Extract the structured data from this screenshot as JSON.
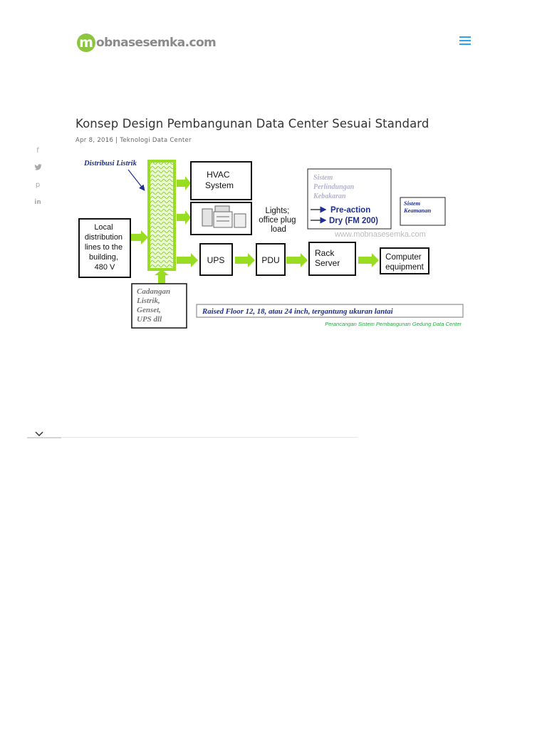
{
  "header": {
    "logo_letter": "m",
    "logo_text": "obnasesemka.com",
    "menu_icon": "hamburger-icon"
  },
  "post": {
    "title": "Konsep Design Pembangunan Data Center Sesuai Standard",
    "date": "Apr 8, 2016",
    "separator": "|",
    "category": "Teknologi Data Center"
  },
  "share": [
    {
      "icon": "facebook-icon",
      "glyph": "f"
    },
    {
      "icon": "twitter-icon",
      "glyph": "t"
    },
    {
      "icon": "pinterest-icon",
      "glyph": "p"
    },
    {
      "icon": "linkedin-icon",
      "glyph": "in"
    }
  ],
  "figure": {
    "distribusi": "Distribusi Listrik",
    "hvac": [
      "HVAC",
      "System"
    ],
    "lights": [
      "Lights;",
      "office plug",
      "load"
    ],
    "local": [
      "Local",
      "distribution",
      "lines to the",
      "building,",
      "480 V"
    ],
    "ups": "UPS",
    "pdu": "PDU",
    "rack": [
      "Rack",
      "Server"
    ],
    "computer": [
      "Computer",
      "equipment"
    ],
    "cadangan": [
      "Cadangan",
      "Listrik,",
      "Genset,",
      "UPS dll"
    ],
    "kebakaran": [
      "Sistem",
      "Perlindungan",
      "Kebakaran"
    ],
    "preaction": "Pre-action",
    "dry": "Dry (FM 200)",
    "keamanan": [
      "Sistem",
      "Keamanan"
    ],
    "watermark": "www.mobnasesemka.com",
    "raised_floor": "Raised Floor 12, 18, atau 24 inch, tergantung ukuran lantai",
    "caption": "Perancangan Sistem Pembangunan Gedung Data Center"
  },
  "colors": {
    "accent": "#2ea3f2",
    "logo_green": "#8cc63f",
    "arrow_green": "#99dd22",
    "navy": "#1f2f8f"
  }
}
